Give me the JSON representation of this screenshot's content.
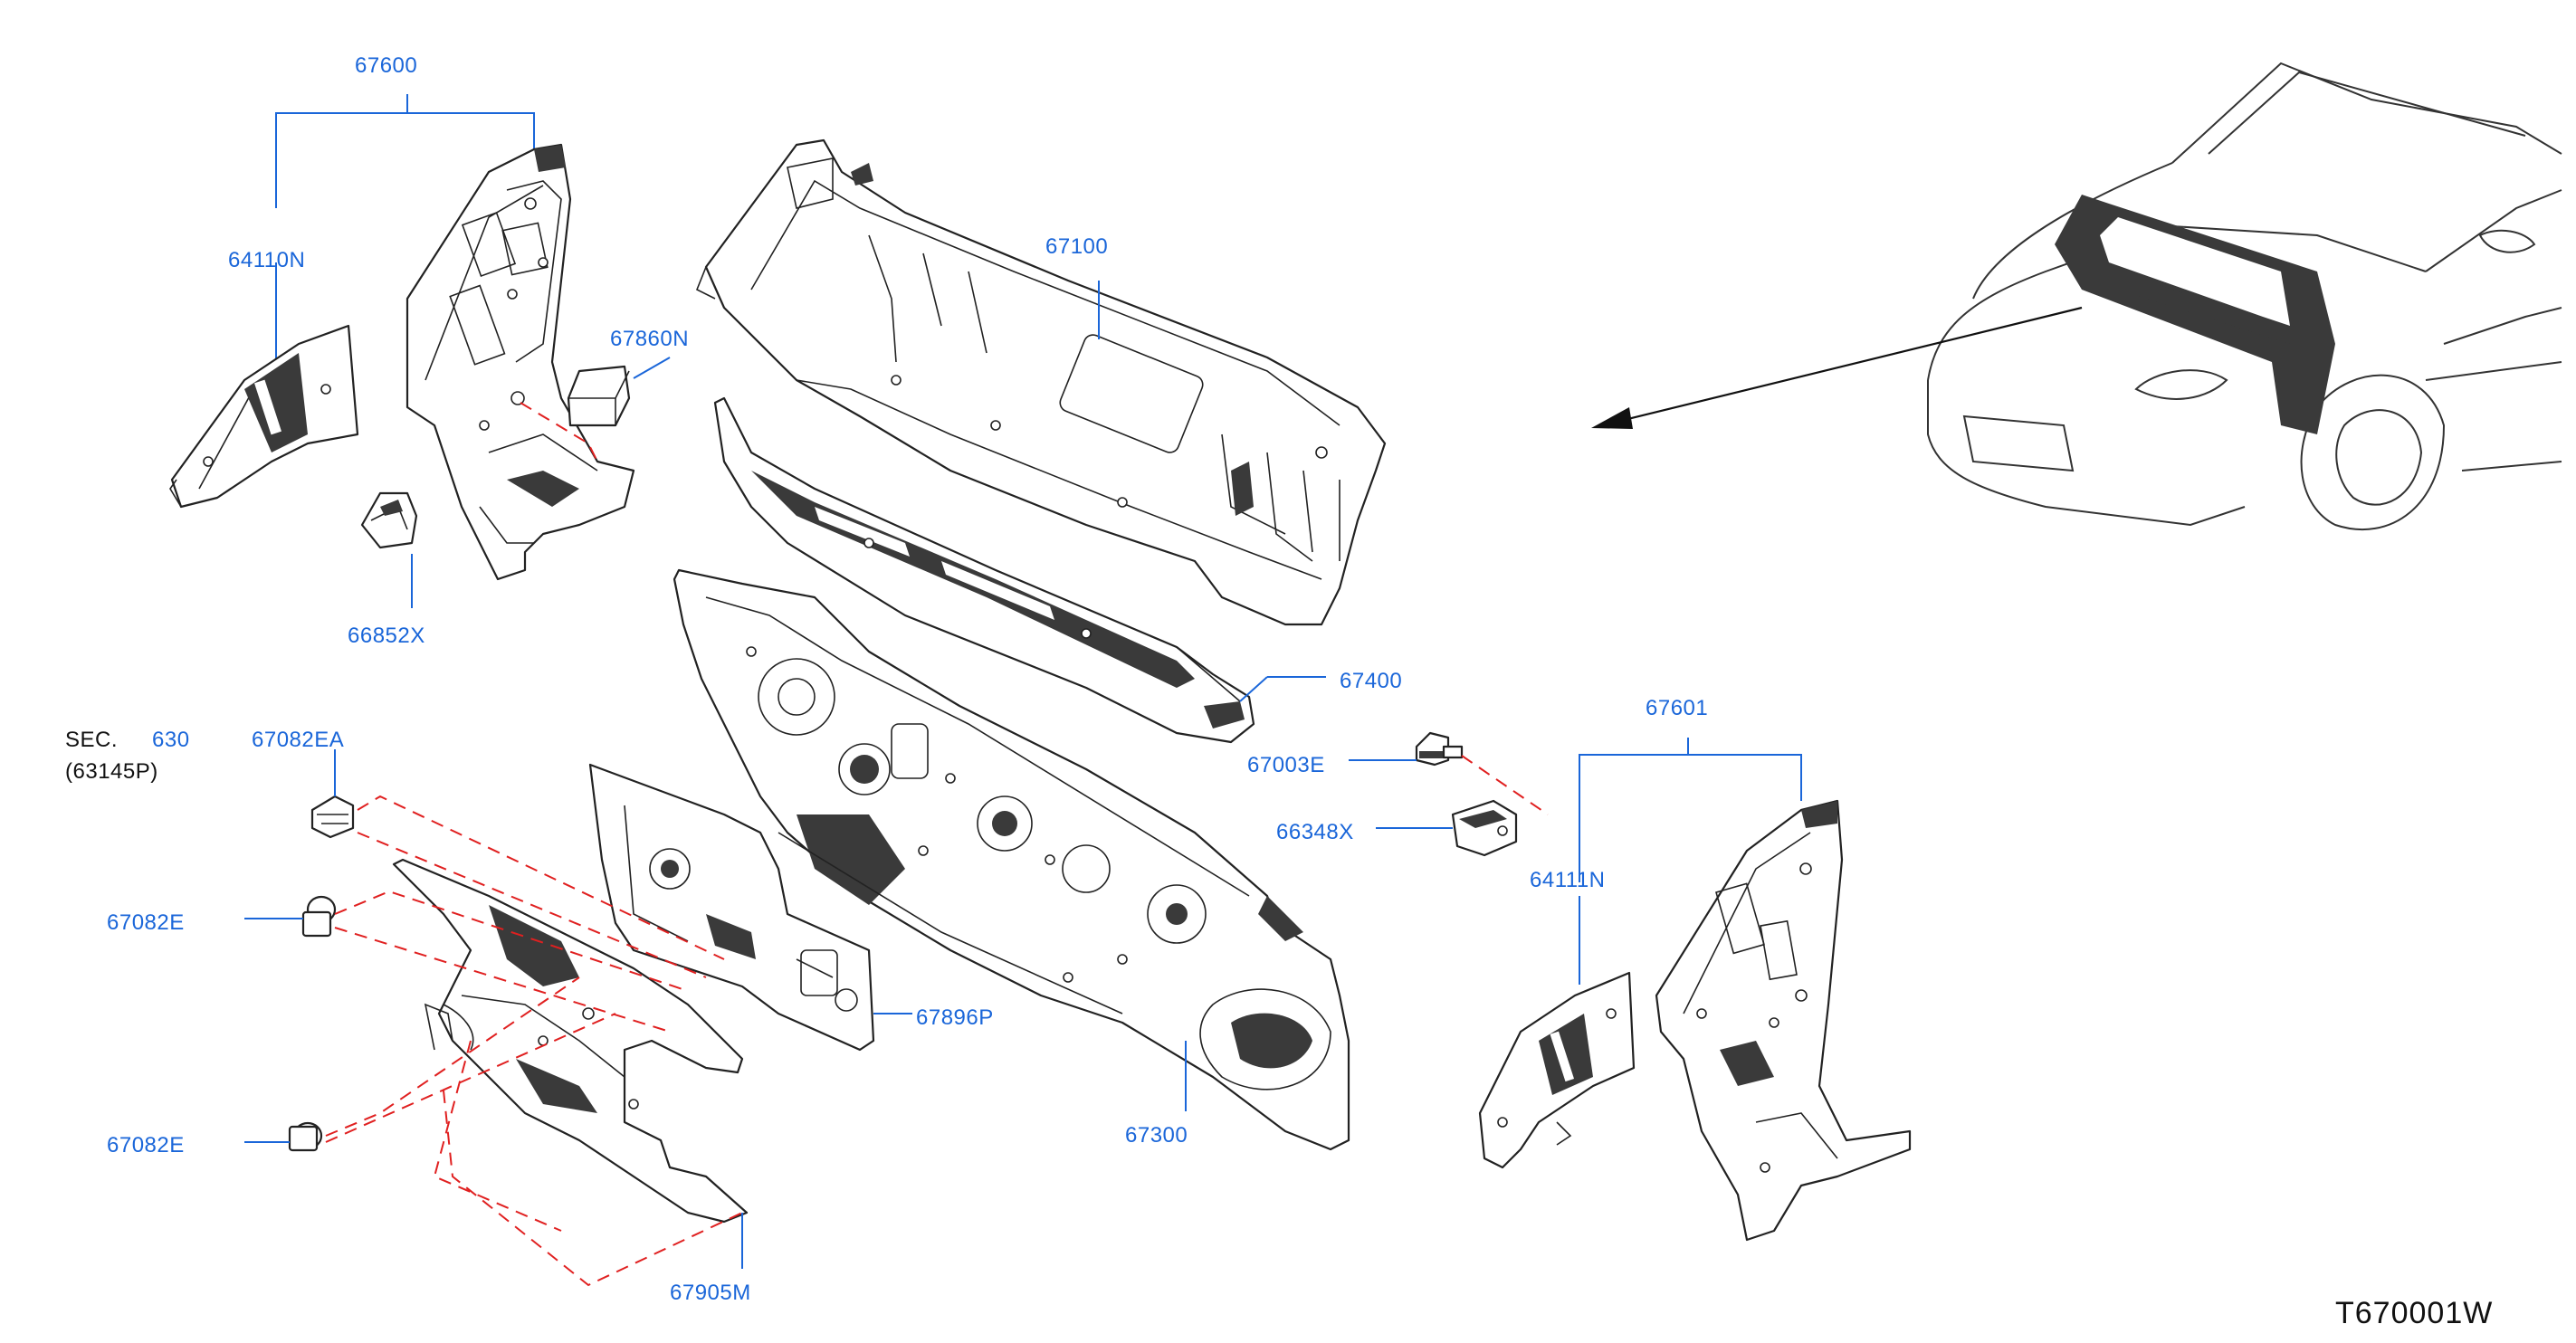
{
  "diagram_code": "T670001W",
  "sec_ref": {
    "prefix": "SEC.",
    "number": "630",
    "sub": "(63145P)"
  },
  "parts": [
    {
      "id": "67600"
    },
    {
      "id": "64110N"
    },
    {
      "id": "67860N"
    },
    {
      "id": "66852X"
    },
    {
      "id": "67100"
    },
    {
      "id": "67400"
    },
    {
      "id": "67003E"
    },
    {
      "id": "66348X"
    },
    {
      "id": "67601"
    },
    {
      "id": "64111N"
    },
    {
      "id": "67082EA"
    },
    {
      "id": "67082E"
    },
    {
      "id": "67896P"
    },
    {
      "id": "67300"
    },
    {
      "id": "67082E"
    },
    {
      "id": "67905M"
    }
  ],
  "colors": {
    "callout": "#1a66d9",
    "dashed_leader": "#e02020",
    "ink": "#222222"
  }
}
